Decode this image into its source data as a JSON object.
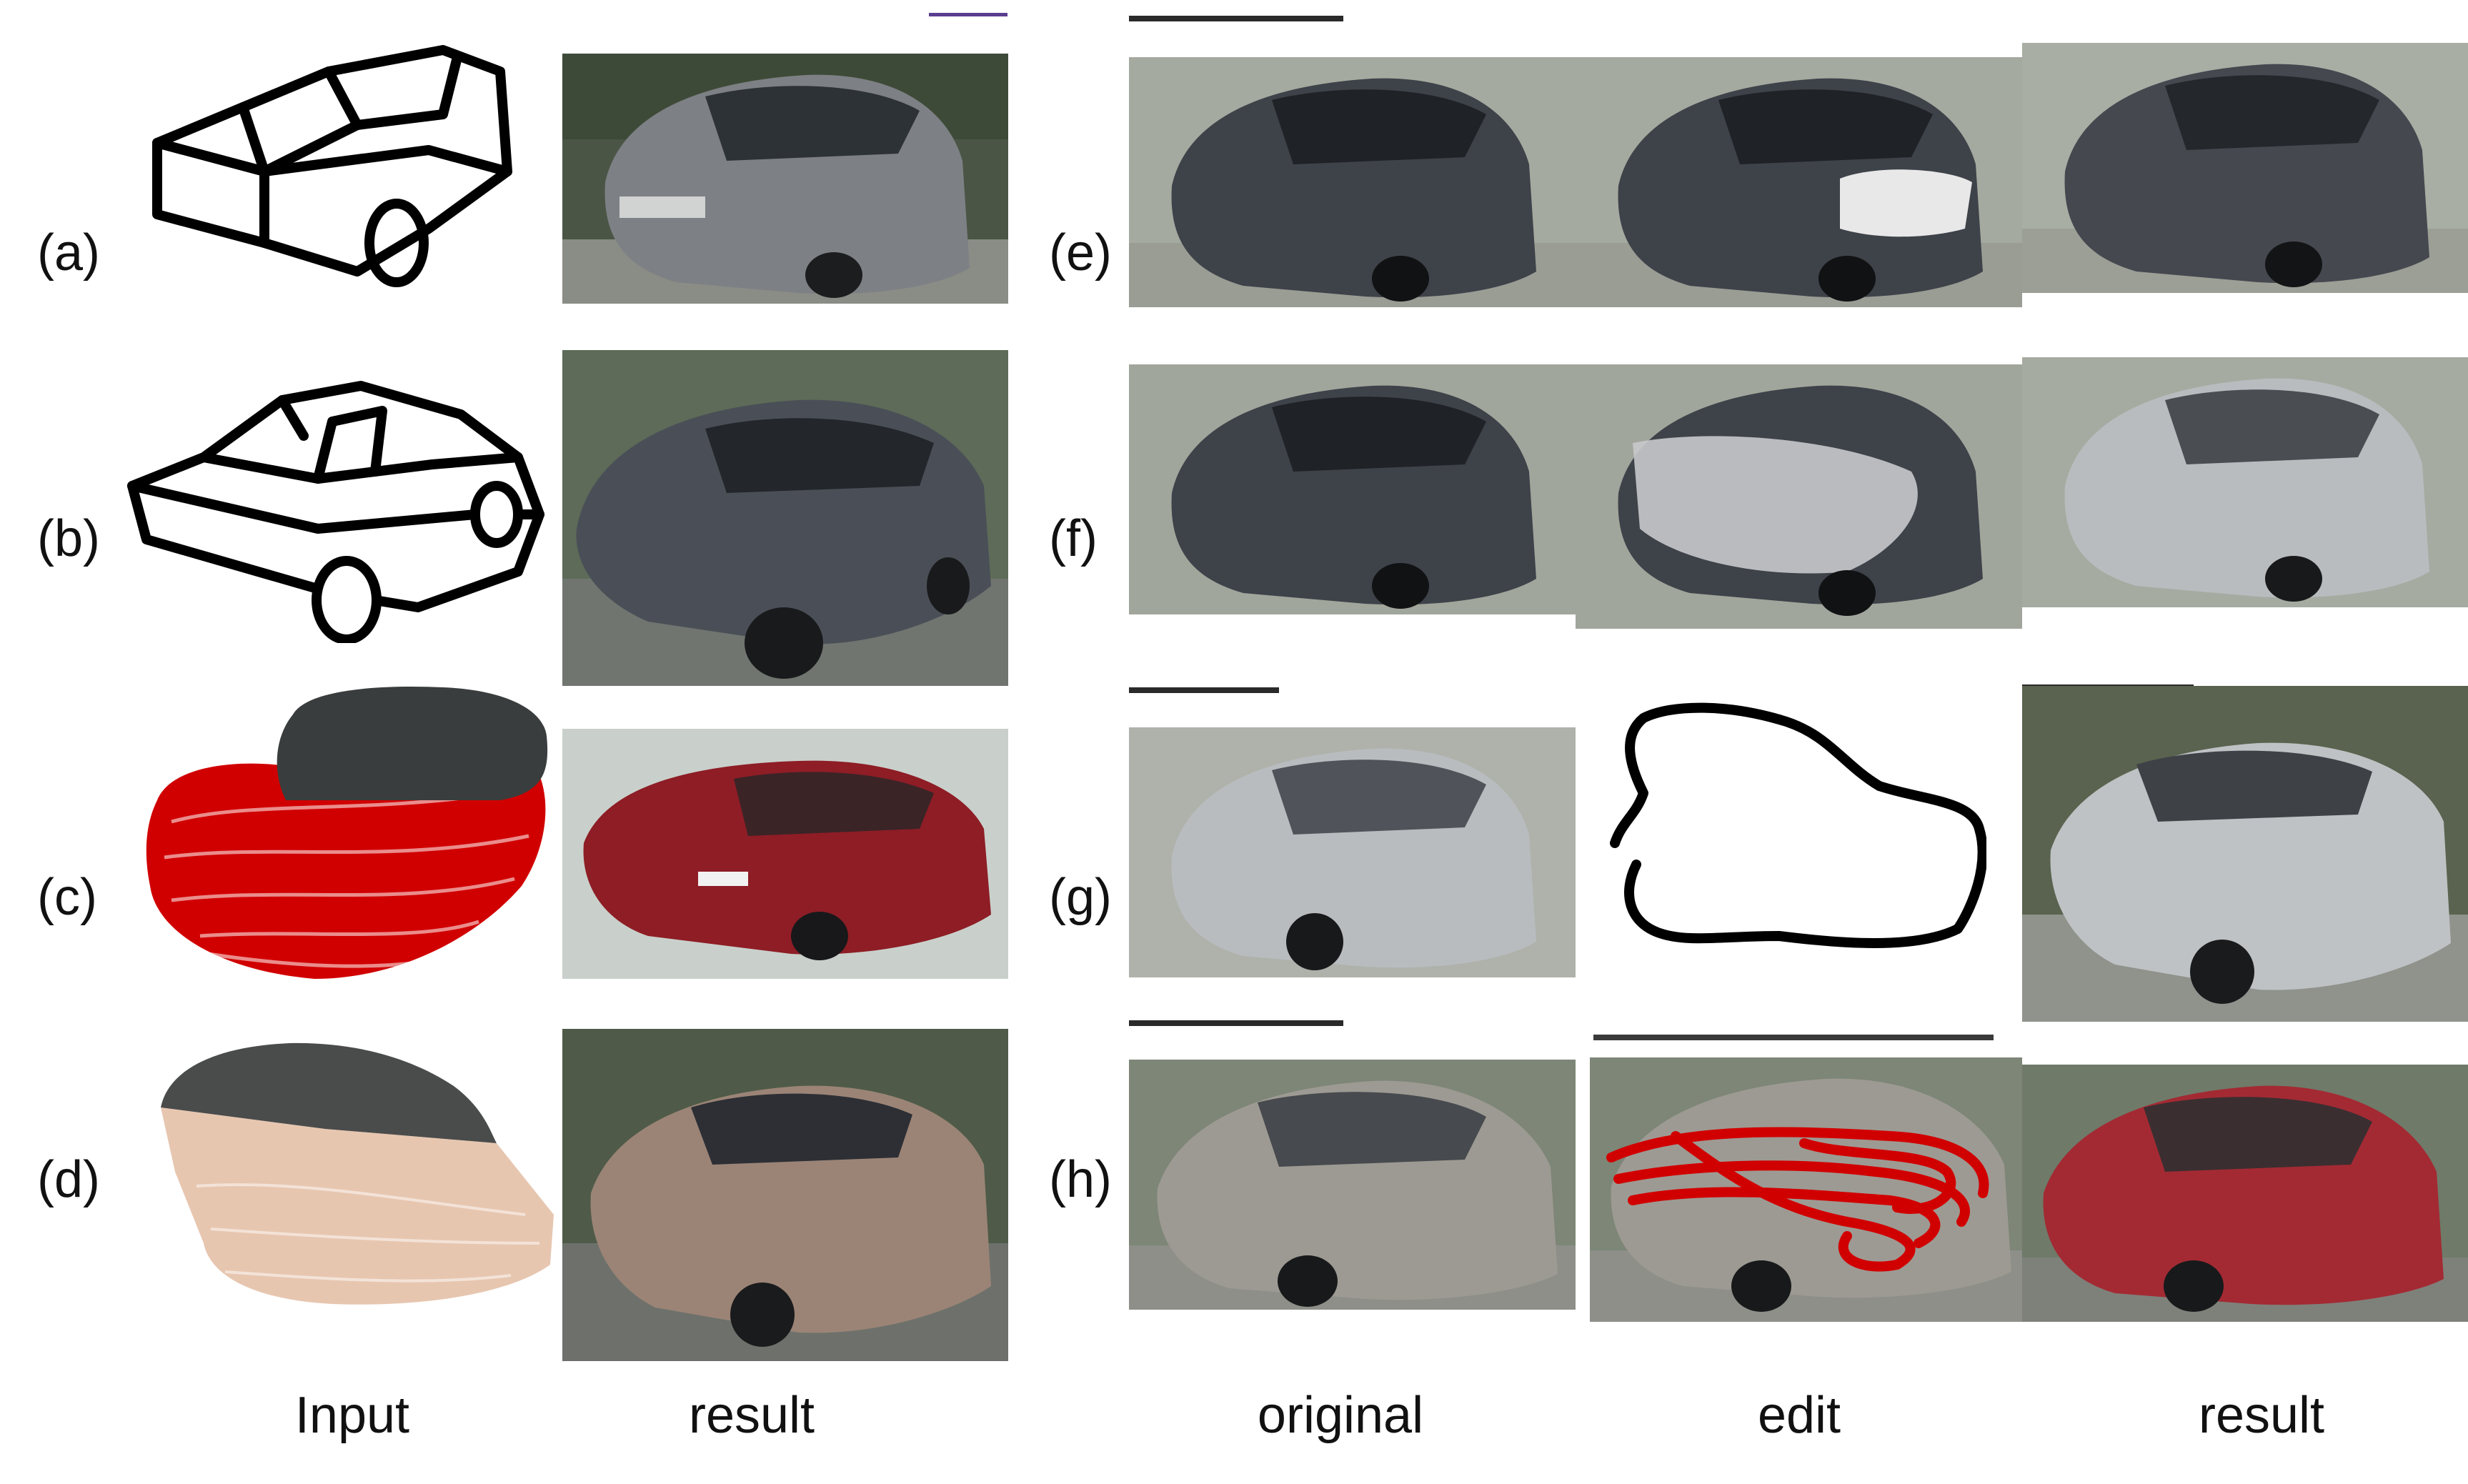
{
  "row_labels": {
    "a": "(a)",
    "b": "(b)",
    "c": "(c)",
    "d": "(d)",
    "e": "(e)",
    "f": "(f)",
    "g": "(g)",
    "h": "(h)"
  },
  "column_labels": {
    "input": "Input",
    "result_left": "result",
    "original": "original",
    "edit": "edit",
    "result_right": "result"
  },
  "colors": {
    "sketch_stroke": "#000000",
    "scribble_red": "#d10000",
    "scribble_dark": "#3a3d3d",
    "scribble_beige": "#e7c6b0",
    "car_gray": "#55595d",
    "car_silver": "#b9bcbf",
    "car_red": "#8e1d26",
    "car_bronze": "#9b8476",
    "ground": "#8b8f86"
  }
}
